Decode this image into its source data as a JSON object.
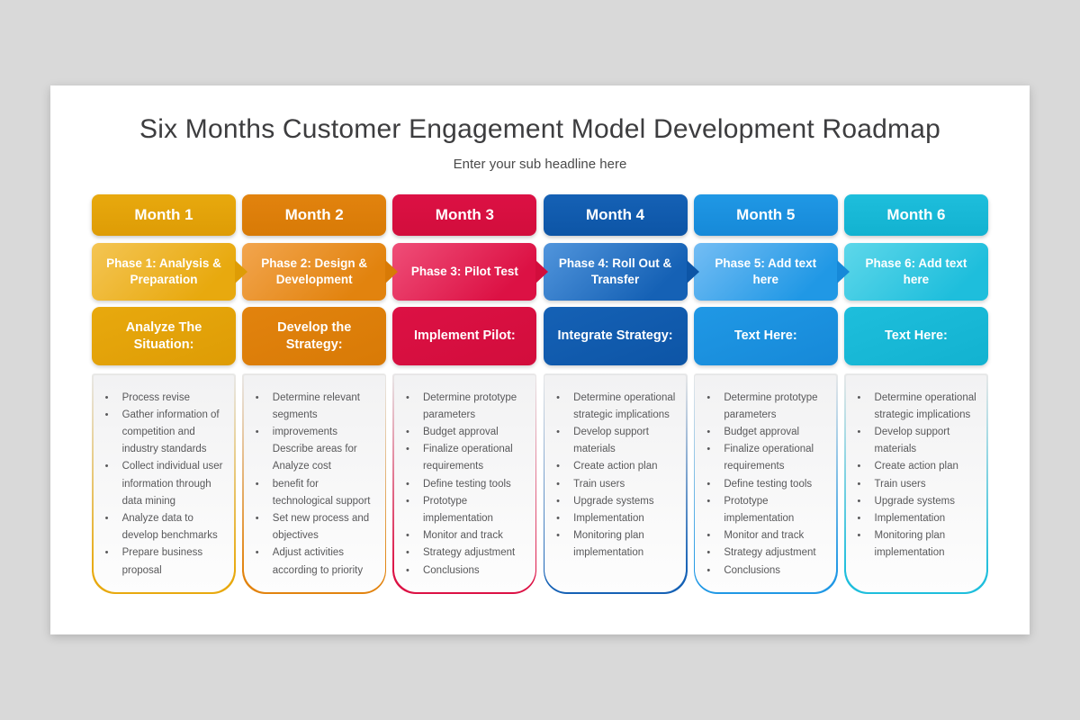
{
  "slide": {
    "title": "Six Months Customer Engagement Model Development Roadmap",
    "subtitle": "Enter your sub headline here"
  },
  "columns": [
    {
      "month_label": "Month 1",
      "phase_label": "Phase 1: Analysis & Preparation",
      "subheader_label": "Analyze The Situation:",
      "colors": {
        "main": "#E8A90E",
        "dark": "#DE9C05",
        "light": "#F4C554"
      },
      "bullets": [
        "Process revise",
        "Gather information of competition and industry standards",
        "Collect individual user information through data mining",
        "Analyze data to develop benchmarks",
        "Prepare business proposal"
      ]
    },
    {
      "month_label": "Month 2",
      "phase_label": "Phase 2: Design & Development",
      "subheader_label": "Develop the Strategy:",
      "colors": {
        "main": "#E2830E",
        "dark": "#D87A06",
        "light": "#F2A54E"
      },
      "bullets": [
        "Determine relevant segments",
        "improvements Describe areas for Analyze cost",
        "benefit for technological support",
        "Set new process and objectives",
        "Adjust activities according to priority"
      ]
    },
    {
      "month_label": "Month 3",
      "phase_label": "Phase 3: Pilot Test",
      "subheader_label": "Implement Pilot:",
      "colors": {
        "main": "#DC1144",
        "dark": "#D20D3C",
        "light": "#EF4E78"
      },
      "bullets": [
        "Determine prototype parameters",
        "Budget approval",
        "Finalize operational requirements",
        "Define testing tools",
        "Prototype implementation",
        "Monitor and track",
        "Strategy adjustment",
        "Conclusions"
      ]
    },
    {
      "month_label": "Month 4",
      "phase_label": "Phase 4: Roll Out & Transfer",
      "subheader_label": "Integrate Strategy:",
      "colors": {
        "main": "#1561B5",
        "dark": "#0D55A6",
        "light": "#5195DC"
      },
      "bullets": [
        "Determine operational strategic implications",
        "Develop support materials",
        "Create action plan",
        "Train users",
        "Upgrade systems",
        "Implementation",
        "Monitoring plan implementation"
      ]
    },
    {
      "month_label": "Month 5",
      "phase_label": "Phase 5: Add text here",
      "subheader_label": "Text Here:",
      "colors": {
        "main": "#2098E5",
        "dark": "#1689D8",
        "light": "#74BDF4"
      },
      "bullets": [
        "Determine prototype parameters",
        "Budget approval",
        "Finalize operational requirements",
        "Define testing tools",
        "Prototype implementation",
        "Monitor and track",
        "Strategy adjustment",
        "Conclusions"
      ]
    },
    {
      "month_label": "Month 6",
      "phase_label": "Phase 6: Add text here",
      "subheader_label": "Text Here:",
      "colors": {
        "main": "#1EBEDC",
        "dark": "#12B2D0",
        "light": "#5ED7EA"
      },
      "bullets": [
        "Determine operational strategic implications",
        "Develop support materials",
        "Create action plan",
        "Train users",
        "Upgrade systems",
        "Implementation",
        "Monitoring plan implementation"
      ]
    }
  ]
}
